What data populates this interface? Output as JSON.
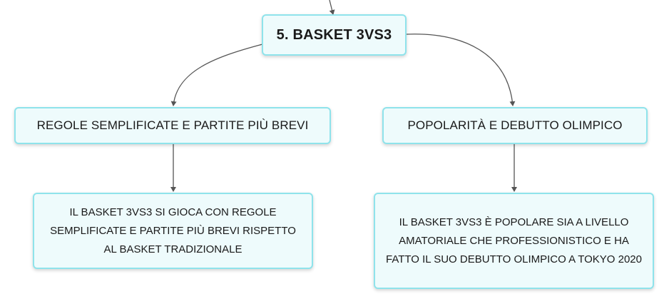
{
  "diagram": {
    "root": {
      "label": "5. BASKET 3VS3"
    },
    "branches": [
      {
        "label": "REGOLE SEMPLIFICATE E PARTITE PIÙ BREVI",
        "detail": "IL BASKET 3VS3 SI GIOCA CON REGOLE SEMPLIFICATE E PARTITE PIÙ BREVI RISPETTO AL BASKET TRADIZIONALE"
      },
      {
        "label": "POPOLARITÀ E DEBUTTO OLIMPICO",
        "detail": "IL BASKET 3VS3 È POPOLARE SIA A LIVELLO AMATORIALE CHE PROFESSIONISTICO E HA FATTO IL SUO DEBUTTO OLIMPICO A TOKYO 2020"
      }
    ],
    "colors": {
      "node_fill": "#eefbfc",
      "node_border": "#8fe3eb",
      "connector": "#555555"
    }
  }
}
